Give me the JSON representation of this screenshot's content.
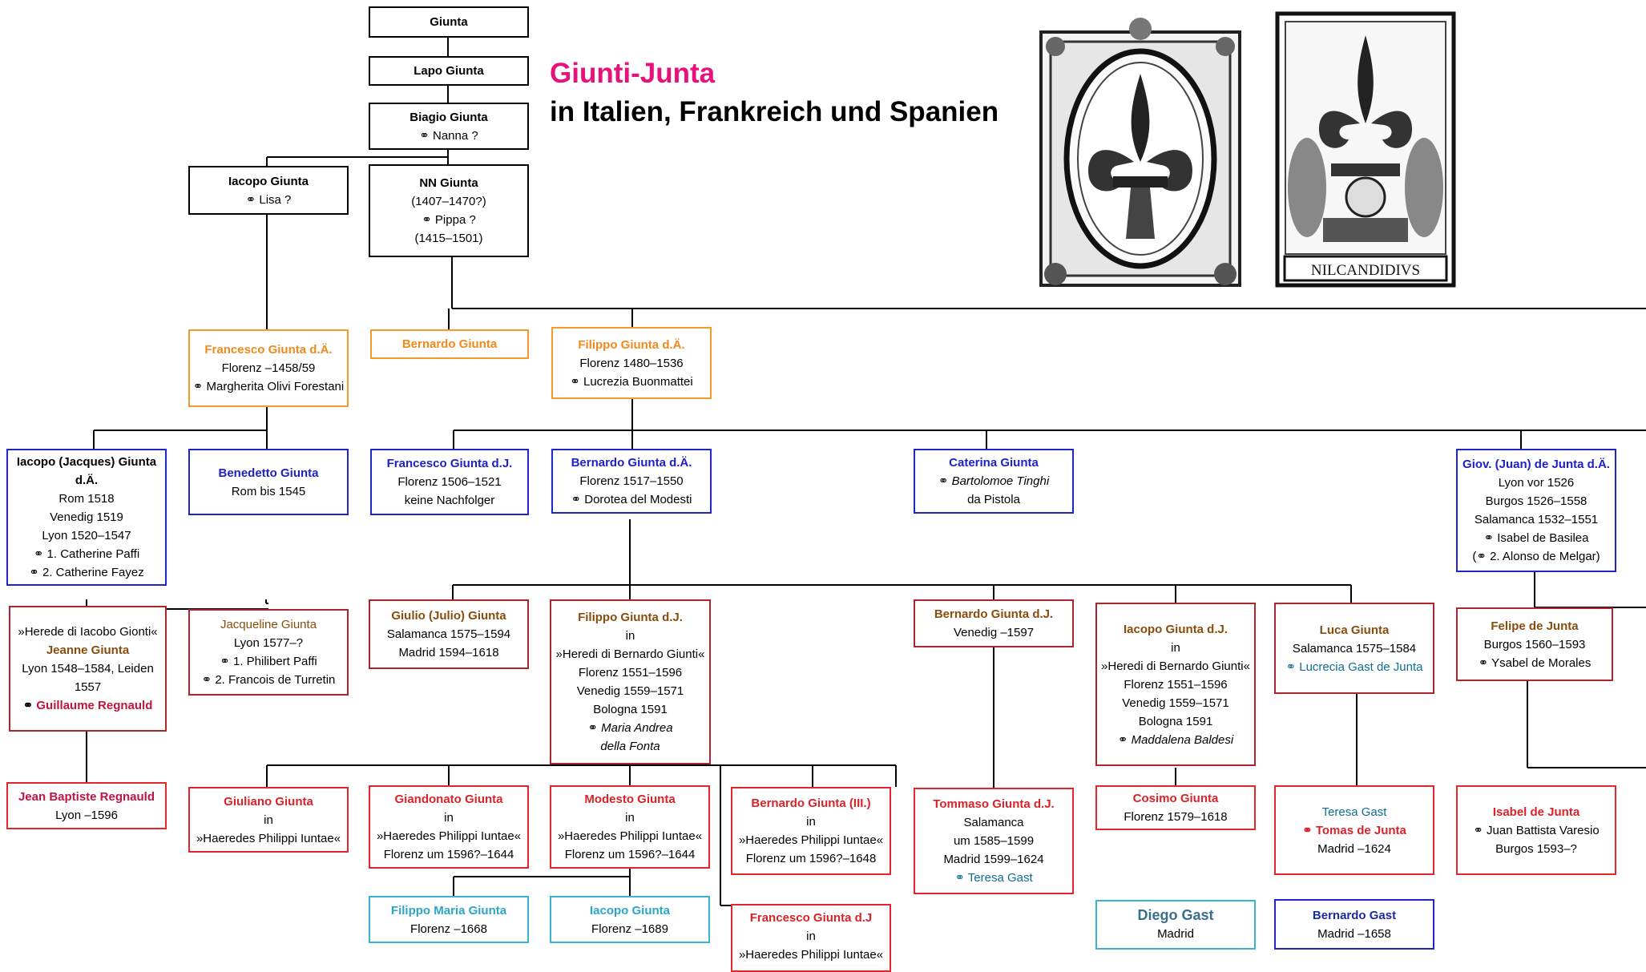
{
  "header": {
    "title": "Giunti-Junta",
    "subtitle": "in Italien, Frankreich und Spanien"
  },
  "emblems": {
    "right_motto": "NILCANDIDIVS"
  },
  "colors": {
    "title": "#e5127d",
    "orange": "#f08a1d",
    "blue": "#1c22c8",
    "brown": "#8a4c0c",
    "red": "#d8232a",
    "teal": "#0f6e93",
    "cyan": "#2aa6c9"
  },
  "people": {
    "giunta": {
      "name": "Giunta"
    },
    "lapo": {
      "name": "Lapo Giunta"
    },
    "biagio": {
      "name": "Biagio Giunta",
      "l1": "⚭ Nanna ?"
    },
    "iacopo_sr": {
      "name": "Iacopo Giunta",
      "l1": "⚭ Lisa ?"
    },
    "nn": {
      "name": "NN Giunta",
      "l1": "(1407–1470?)",
      "l2": "⚭ Pippa ?",
      "l3": "(1415–1501)"
    },
    "francesco_da": {
      "name": "Francesco Giunta d.Ä.",
      "l1": "Florenz –1458/59",
      "l2": "⚭ Margherita Olivi Forestani"
    },
    "bernardo": {
      "name": "Bernardo Giunta"
    },
    "filippo_da": {
      "name": "Filippo Giunta d.Ä.",
      "l1": "Florenz 1480–1536",
      "l2": "⚭ Lucrezia Buonmattei"
    },
    "iacopo_jacques": {
      "name1": "Iacopo (Jacques) Giunta",
      "name2": "d.Ä.",
      "l1": "Rom 1518",
      "l2": "Venedig 1519",
      "l3": "Lyon 1520–1547",
      "l4": "⚭ 1. Catherine Paffi",
      "l5": "⚭ 2. Catherine Fayez"
    },
    "benedetto": {
      "name": "Benedetto Giunta",
      "l1": "Rom bis 1545"
    },
    "francesco_dj": {
      "name": "Francesco Giunta d.J.",
      "l1": "Florenz 1506–1521",
      "l2": "keine Nachfolger"
    },
    "bernardo_da": {
      "name": "Bernardo Giunta d.Ä.",
      "l1": "Florenz 1517–1550",
      "l2": "⚭ Dorotea del Modesti"
    },
    "caterina": {
      "name": "Caterina Giunta",
      "l1a": "⚭ ",
      "l1b": "Bartolomoe Tinghi",
      "l2": "da Pistola"
    },
    "juan_da": {
      "name": "Giov. (Juan) de Junta d.Ä.",
      "l1": "Lyon vor 1526",
      "l2": "Burgos 1526–1558",
      "l3": "Salamanca 1532–1551",
      "l4": "⚭ Isabel de Basilea",
      "l5": "(⚭ 2. Alonso de Melgar)"
    },
    "jeanne": {
      "l0": "»Herede di Iacobo Gionti«",
      "name": "Jeanne Giunta",
      "l1": "Lyon 1548–1584, Leiden",
      "l2": "1557",
      "l3a": "⚭ ",
      "l3b": "Guillaume Regnauld"
    },
    "jacqueline": {
      "name": "Jacqueline Giunta",
      "l1": "Lyon 1577–?",
      "l2": "⚭ 1. Philibert Paffi",
      "l3": "⚭ 2. Francois de Turretin"
    },
    "giulio": {
      "name": "Giulio (Julio) Giunta",
      "l1": "Salamanca 1575–1594",
      "l2": "Madrid 1594–1618"
    },
    "filippo_dj": {
      "name": "Filippo Giunta d.J.",
      "l1": "in",
      "l2": "»Heredi di Bernardo Giunti«",
      "l3": "Florenz  1551–1596",
      "l4": "Venedig 1559–1571",
      "l5": "Bologna 1591",
      "l6a": "⚭ ",
      "l6b": "Maria Andrea",
      "l7": "della Fonta"
    },
    "bernardo_dj": {
      "name": "Bernardo Giunta d.J.",
      "l1": "Venedig –1597"
    },
    "iacopo_dj": {
      "name": "Iacopo Giunta d.J.",
      "l1": "in",
      "l2": "»Heredi di Bernardo Giunti«",
      "l3": "Florenz  1551–1596",
      "l4": "Venedig 1559–1571",
      "l5": "Bologna 1591",
      "l6a": "⚭ ",
      "l6b": "Maddalena Baldesi"
    },
    "luca": {
      "name": "Luca Giunta",
      "l1": "Salamanca 1575–1584",
      "l2": "⚭ Lucrecia Gast de Junta"
    },
    "felipe": {
      "name": "Felipe de Junta",
      "l1": "Burgos 1560–1593",
      "l2": "⚭ Ysabel de Morales"
    },
    "jean_baptiste": {
      "name": "Jean Baptiste Regnauld",
      "l1": "Lyon –1596"
    },
    "giuliano": {
      "name": "Giuliano Giunta",
      "l1": "in",
      "l2": "»Haeredes Philippi Iuntae«"
    },
    "giandonato": {
      "name": "Giandonato Giunta",
      "l1": "in",
      "l2": "»Haeredes Philippi Iuntae«",
      "l3": "Florenz um 1596?–1644"
    },
    "modesto": {
      "name": "Modesto Giunta",
      "l1": "in",
      "l2": "»Haeredes Philippi Iuntae«",
      "l3": "Florenz um 1596?–1644"
    },
    "bernardo_iii": {
      "name": "Bernardo Giunta (III.)",
      "l1": "in",
      "l2": "»Haeredes Philippi Iuntae«",
      "l3": "Florenz um 1596?–1648"
    },
    "tommaso": {
      "name": "Tommaso Giunta d.J.",
      "l1": "Salamanca",
      "l2": "um 1585–1599",
      "l3": "Madrid 1599–1624",
      "l4": "⚭ Teresa Gast"
    },
    "cosimo": {
      "name": "Cosimo Giunta",
      "l1": "Florenz 1579–1618"
    },
    "teresa": {
      "l0": "Teresa Gast",
      "name": "⚭ Tomas de Junta",
      "l1": "Madrid –1624"
    },
    "isabel": {
      "name": "Isabel de Junta",
      "l1": "⚭ Juan Battista Varesio",
      "l2": "Burgos 1593–?"
    },
    "filippo_maria": {
      "name": "Filippo Maria Giunta",
      "l1": "Florenz –1668"
    },
    "iacopo_young": {
      "name": "Iacopo Giunta",
      "l1": "Florenz –1689"
    },
    "francesco_dj2": {
      "name": "Francesco Giunta d.J",
      "l1": "in",
      "l2": "»Haeredes Philippi Iuntae«"
    },
    "diego": {
      "name": "Diego Gast",
      "l1": "Madrid"
    },
    "bernardo_gast": {
      "name": "Bernardo Gast",
      "l1": "Madrid –1658"
    }
  }
}
